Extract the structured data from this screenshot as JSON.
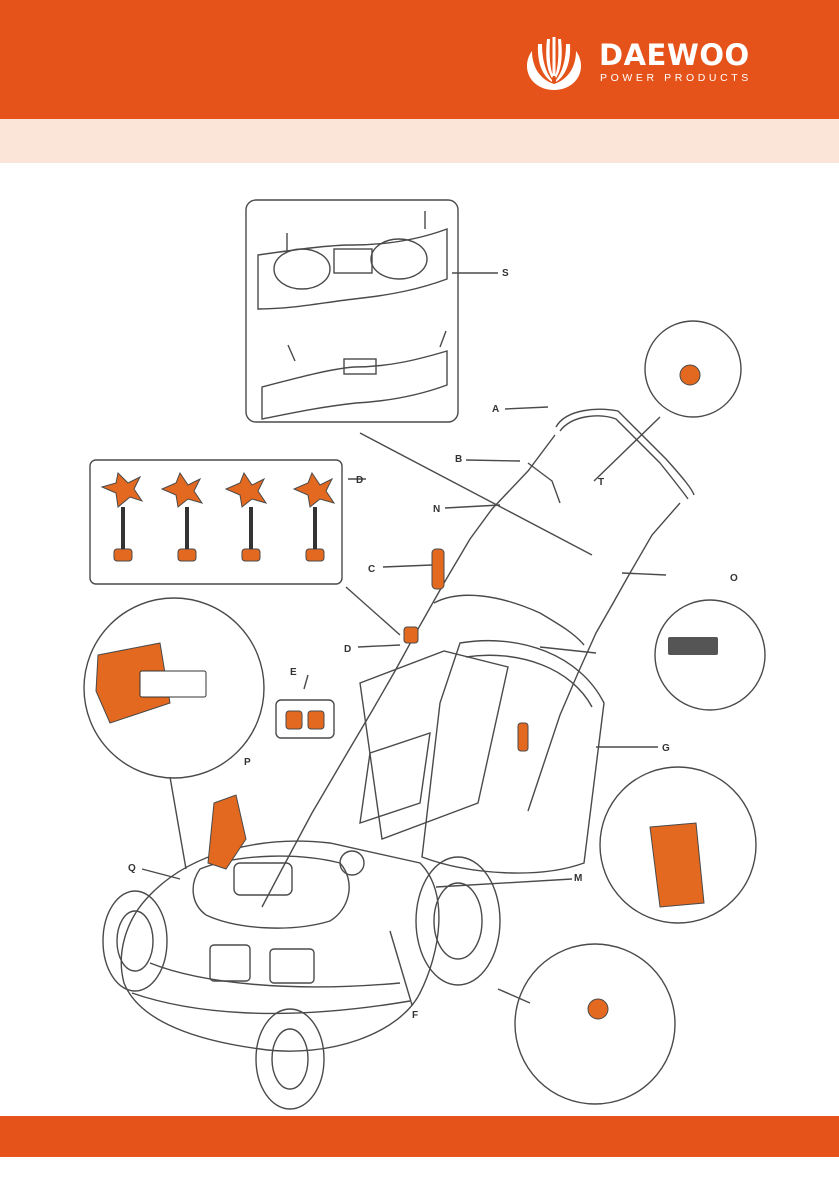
{
  "colors": {
    "brand": "#e5531a",
    "band": "#fbe5d8",
    "part": "#e2691f",
    "line": "#4a4a4a"
  },
  "logo": {
    "name": "DAEWOO",
    "tagline": "POWER PRODUCTS",
    "icon": "fan-blades-logo-icon"
  },
  "diagram": {
    "labels": {
      "A": "A",
      "B": "B",
      "C": "C",
      "D1": "D",
      "D2": "D",
      "E": "E",
      "F": "F",
      "G": "G",
      "M": "M",
      "N": "N",
      "O": "O",
      "P": "P",
      "Q": "Q",
      "S": "S",
      "T": "T"
    }
  }
}
